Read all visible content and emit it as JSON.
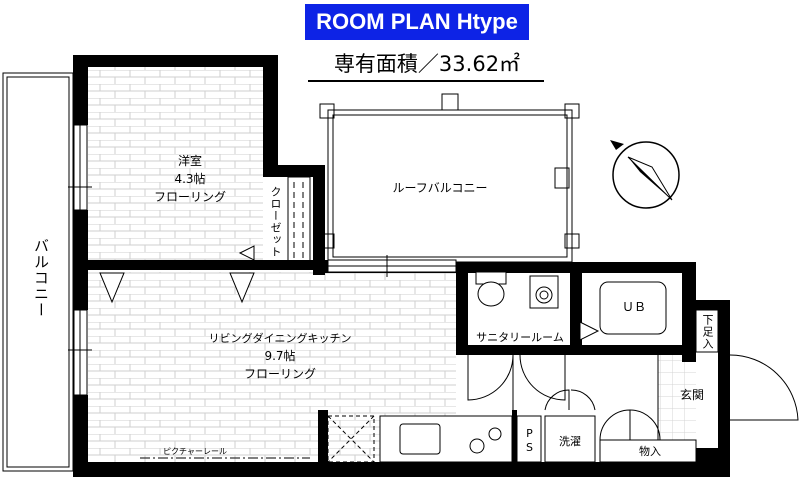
{
  "header": {
    "title": "ROOM PLAN  Htype",
    "area_label": "専有面積／33.62㎡"
  },
  "rooms": {
    "western_room": {
      "name": "洋室",
      "size": "4.3帖",
      "floor": "フローリング"
    },
    "closet": "クローゼット",
    "roof_balcony": "ルーフバルコニー",
    "balcony": "バルコニー",
    "ldk": {
      "name": "リビングダイニングキッチン",
      "size": "9.7帖",
      "floor": "フローリング"
    },
    "sanitary": "サニタリールーム",
    "unit_bath": "ＵＢ",
    "shoe_box": "下足入",
    "entrance": "玄関",
    "storage": "物入",
    "laundry": "洗濯",
    "pipe_space": "PS",
    "picture_rail": "ピクチャーレール"
  },
  "colors": {
    "badge": "#0d23e6",
    "wall": "#000000",
    "grid": "#cfcfcf"
  },
  "icons": [
    "north-arrow-icon"
  ]
}
